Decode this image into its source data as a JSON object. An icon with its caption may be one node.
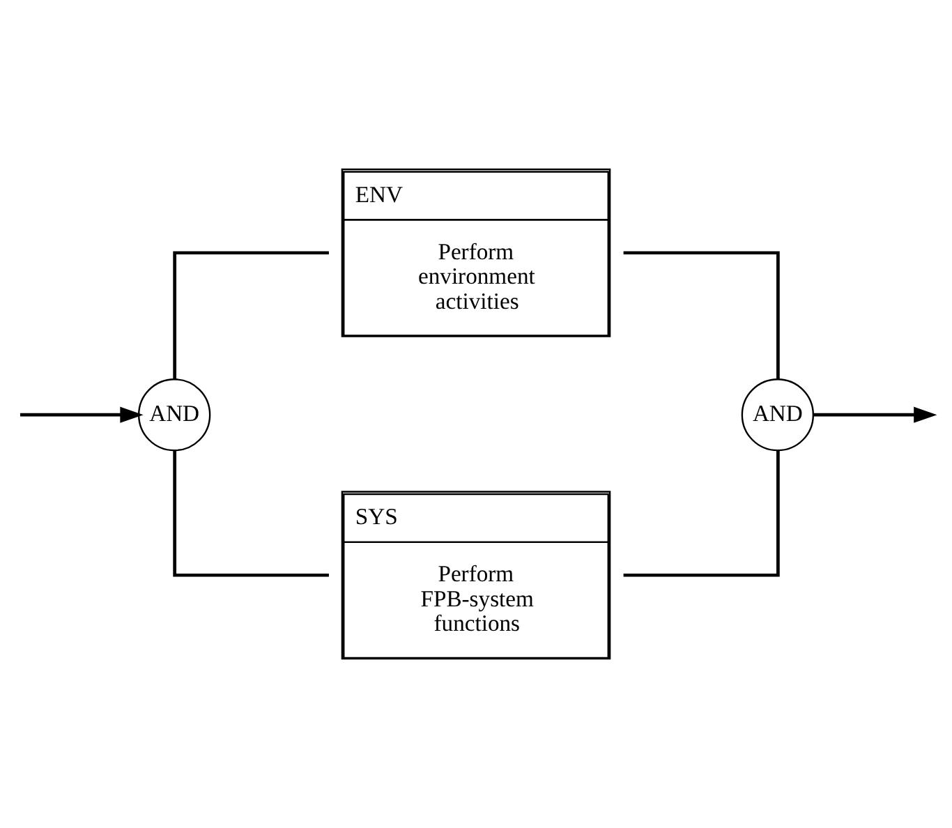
{
  "diagram": {
    "nodes": [
      {
        "text": [
          "ENV",
          "Perform environment activities"
        ]
      },
      {
        "text": [
          "AND"
        ]
      },
      {
        "text": [
          "AND"
        ]
      },
      {
        "text": [
          "SYS",
          "Perform FPB-system functions"
        ]
      }
    ],
    "edges": [
      {
        "from": null,
        "to": 1,
        "arrow": "to"
      },
      {
        "from": 1,
        "to": 0,
        "arrow": "none"
      },
      {
        "from": 1,
        "to": 3,
        "arrow": "none"
      },
      {
        "from": 0,
        "to": 2,
        "arrow": "none"
      },
      {
        "from": 3,
        "to": 2,
        "arrow": "none"
      },
      {
        "from": 2,
        "to": null,
        "arrow": "to"
      }
    ]
  }
}
